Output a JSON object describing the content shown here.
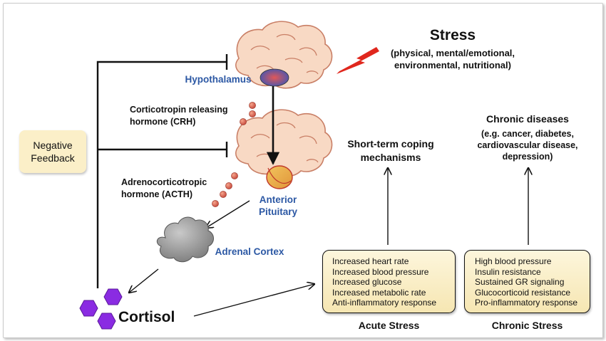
{
  "stress": {
    "title": "Stress",
    "subtitle_line1": "(physical, mental/emotional,",
    "subtitle_line2": "environmental, nutritional)"
  },
  "hypothalamus_label": "Hypothalamus",
  "crh_line1": "Corticotropin releasing",
  "crh_line2": "hormone (CRH)",
  "acth_line1": "Adrenocorticotropic",
  "acth_line2": "hormone (ACTH)",
  "anterior_pituitary_line1": "Anterior",
  "anterior_pituitary_line2": "Pituitary",
  "adrenal_cortex_label": "Adrenal Cortex",
  "cortisol_label": "Cortisol",
  "negative_feedback": {
    "line1": "Negative",
    "line2": "Feedback"
  },
  "short_term": {
    "line1": "Short-term coping",
    "line2": "mechanisms"
  },
  "chronic_diseases": {
    "title": "Chronic diseases",
    "line1": "(e.g. cancer, diabetes,",
    "line2": "cardiovascular disease,",
    "line3": "depression)"
  },
  "acute_effects": [
    "Increased heart rate",
    "Increased blood pressure",
    "Increased glucose",
    "Increased metabolic rate",
    "Anti-inflammatory response"
  ],
  "chronic_effects": [
    "High blood pressure",
    "Insulin resistance",
    "Sustained GR signaling",
    "Glucocorticoid resistance",
    "Pro-inflammatory response"
  ],
  "acute_stress_label": "Acute Stress",
  "chronic_stress_label": "Chronic Stress",
  "colors": {
    "brain_fill": "#f8d9c4",
    "brain_outline": "#c97f66",
    "label_blue": "#2c58a4",
    "lightning_red": "#e0271d",
    "cortisol_purple": "#8a2be2",
    "hormone_dot": "#d9584a",
    "box_fill": "#f9ebbd",
    "feedback_fill": "#fbefc8"
  },
  "icons": [
    "brain-icon",
    "lightning-bolt-icon",
    "hormone-dot-icon",
    "adrenal-cloud-icon",
    "cortisol-hexagon-icon"
  ]
}
